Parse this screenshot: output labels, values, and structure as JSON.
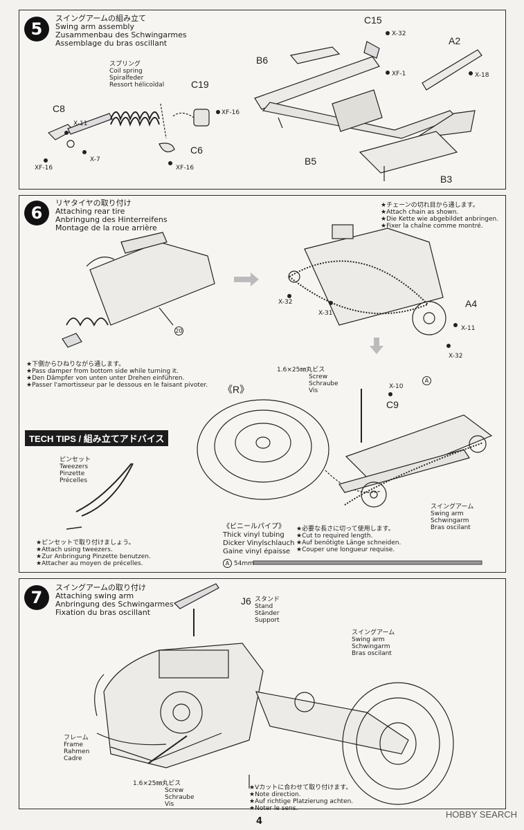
{
  "page_number": "4",
  "watermark": "HOBBY SEARCH",
  "step5": {
    "number": "5",
    "title": [
      "スイングアームの組み立て",
      "Swing arm assembly",
      "Zusammenbau des Schwingarmes",
      "Assemblage du bras oscillant"
    ],
    "spring": [
      "スプリング",
      "Coil spring",
      "Spiralfeder",
      "Ressort hélicoïdal"
    ],
    "labels": {
      "c8": "C8",
      "x11": "X-11",
      "x7": "X-7",
      "xf16a": "XF-16",
      "c19": "C19",
      "xf16b": "XF-16",
      "c6": "C6",
      "xf16c": "XF-16",
      "c15": "C15",
      "x32": "X-32",
      "xf1": "XF-1",
      "b6": "B6",
      "a2": "A2",
      "x18": "X-18",
      "b5": "B5",
      "b3": "B3"
    }
  },
  "step6": {
    "number": "6",
    "title": [
      "リヤタイヤの取り付け",
      "Attaching rear tire",
      "Anbringung des Hinterreifens",
      "Montage de la roue arrière"
    ],
    "damper_note": [
      "★下側からひねりながら通します。",
      "★Pass damper from bottom side while turning it.",
      "★Den Dämpfer von unten unter Drehen einführen.",
      "★Passer l'amortisseur par le dessous en le faisant pivoter."
    ],
    "chain_note": [
      "★チェーンの切れ目から通します。",
      "★Attach chain as shown.",
      "★Die Kette wie abgebildet anbringen.",
      "★Fixer la chaîne comme montré."
    ],
    "labels": {
      "x32a": "X-32",
      "x31": "X-31",
      "a4": "A4",
      "x11": "X-11",
      "x32b": "X-32",
      "circ20": "20",
      "r": "《R》",
      "x10": "X-10",
      "c9": "C9",
      "a_mark": "A"
    },
    "screw": [
      "1.6×25㎜丸ビス",
      "Screw",
      "Schraube",
      "Vis"
    ],
    "swing_arm": [
      "スイングアーム",
      "Swing arm",
      "Schwingarm",
      "Bras oscilant"
    ],
    "tech_tips": "TECH TIPS / 組み立てアドバイス",
    "tweezers": [
      "ピンセット",
      "Tweezers",
      "Pinzette",
      "Précelles"
    ],
    "tweezers_note": [
      "★ピンセットで取り付けましょう。",
      "★Attach using tweezers.",
      "★Zur Anbringung Pinzette benutzen.",
      "★Attacher au moyen de précelles."
    ],
    "vinyl": [
      "《ビニールパイプ》",
      "Thick vinyl tubing",
      "Dicker Vinylschlauch",
      "Gaine vinyl épaisse"
    ],
    "vinyl_note": [
      "★必要な長さに切って使用します。",
      "★Cut to required length.",
      "★Auf benötigte Länge schneiden.",
      "★Couper une longueur requise."
    ],
    "tube_len_mark": "A",
    "tube_len": "54mm"
  },
  "step7": {
    "number": "7",
    "title": [
      "スイングアームの取り付け",
      "Attaching swing arm",
      "Anbringung des Schwingarmes",
      "Fixation du bras oscillant"
    ],
    "stand_part": "J6",
    "stand": [
      "スタンド",
      "Stand",
      "Ständer",
      "Support"
    ],
    "swing_arm": [
      "スイングアーム",
      "Swing arm",
      "Schwingarm",
      "Bras oscilant"
    ],
    "frame": [
      "フレーム",
      "Frame",
      "Rahmen",
      "Cadre"
    ],
    "screw": [
      "1.6×25㎜丸ビス",
      "Screw",
      "Schraube",
      "Vis"
    ],
    "notch_note": [
      "★Vカットに合わせて取り付けます。",
      "★Note direction.",
      "★Auf richtige Platzierung achten.",
      "★Noter le sens."
    ]
  }
}
